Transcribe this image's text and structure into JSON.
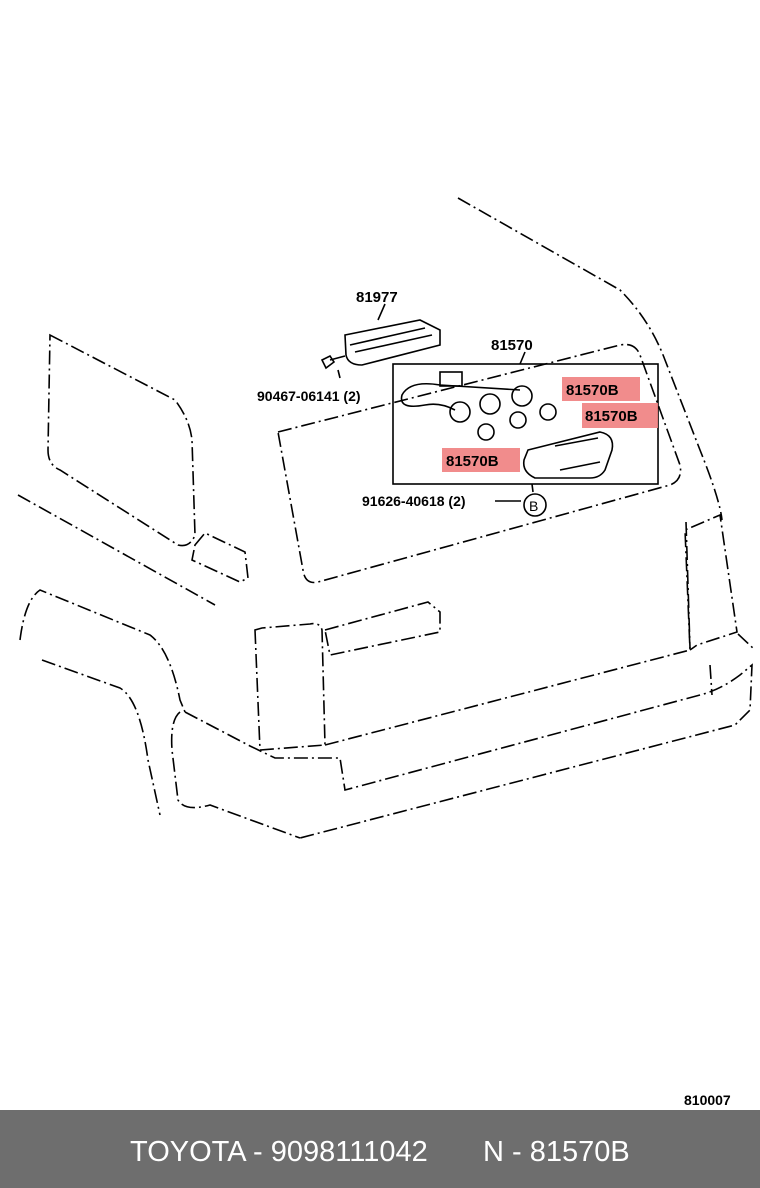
{
  "diagram": {
    "labels": {
      "part_81977": "81977",
      "part_81570": "81570",
      "part_90467": "90467-06141 (2)",
      "part_91626": "91626-40618 (2)",
      "callout_b": "B",
      "hl_1": "81570B",
      "hl_2": "81570B",
      "hl_3": "81570B",
      "ref": "810007"
    },
    "highlight_color": "#f08080"
  },
  "footer": {
    "left": "TOYOTA - 9098111042",
    "right": "N - 81570B"
  }
}
